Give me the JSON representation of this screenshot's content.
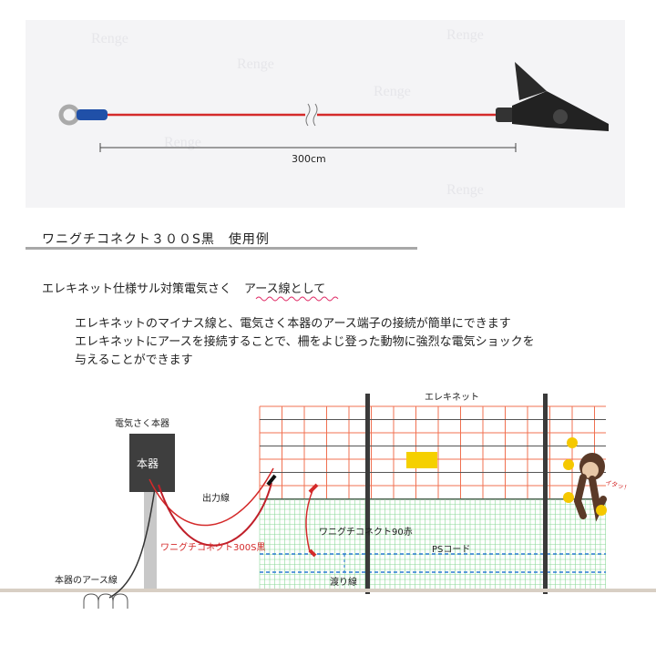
{
  "product_image": {
    "length_label": "300cm"
  },
  "heading": "ワニグチコネクト３００S黒　使用例",
  "subtitle": {
    "prefix": "エレキネット仕様サル対策電気さく",
    "highlight": "アース線として"
  },
  "description": [
    "エレキネットのマイナス線と、電気さく本器のアース端子の接続が簡単にできます",
    "エレキネットにアースを接続することで、柵をよじ登った動物に強烈な電気ショックを",
    "与えることができます"
  ],
  "diagram": {
    "energizer_title": "電気さく本器",
    "energizer_box": "本器",
    "net_label": "エレキネット",
    "output_wire": "出力線",
    "clip_black": "ワニグチコネクト300S黒",
    "clip_red": "ワニグチコネクト90赤",
    "ps_cord": "PSコード",
    "jumper": "渡り線",
    "earth_wire": "本器のアース線",
    "monkey_exclaim": "イタッ！"
  },
  "watermark": "Renge",
  "colors": {
    "red_wire": "#d42a2a",
    "net_red": "#f07050",
    "net_green": "#5cc870",
    "ps_blue": "#2a7ad4",
    "highlight_wave": "#e0306a"
  }
}
